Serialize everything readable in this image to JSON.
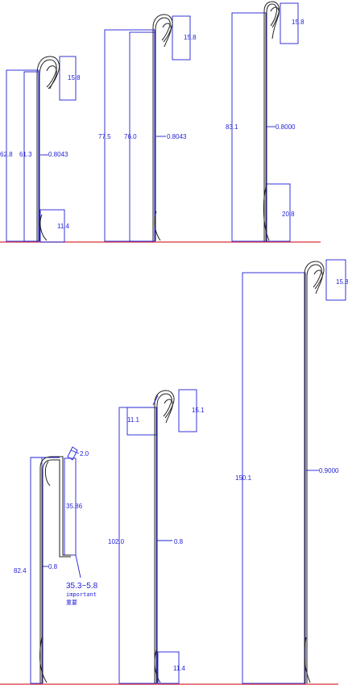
{
  "colors": {
    "dimension": "#1f1fd6",
    "part": "#222222",
    "ground": "#d8323a"
  },
  "profiles": [
    {
      "id": "p1",
      "height": "62.8",
      "inner": "61.3",
      "thickness": "0.8043",
      "top_hook": "15.8",
      "bottom": "11.4"
    },
    {
      "id": "p2",
      "height": "77.5",
      "inner": "76.0",
      "thickness": "0.8043",
      "top_hook": "15.8"
    },
    {
      "id": "p3",
      "height": "83.1",
      "thickness": "0.8000",
      "top_hook": "15.8",
      "bottom": "20.8"
    },
    {
      "id": "p4",
      "height": "82.4",
      "thickness": "0.8",
      "clip_width": "2.0",
      "clip_length": "35.86",
      "range": "35.3~5.8",
      "note_en": "important",
      "note_cn": "重要"
    },
    {
      "id": "p5",
      "height": "102.0",
      "thickness": "0.8",
      "top_hook": "15.1",
      "top_offset": "11.1",
      "bottom": "11.4"
    },
    {
      "id": "p6",
      "height": "150.1",
      "thickness": "0.9000",
      "top_hook": "15.8"
    }
  ]
}
